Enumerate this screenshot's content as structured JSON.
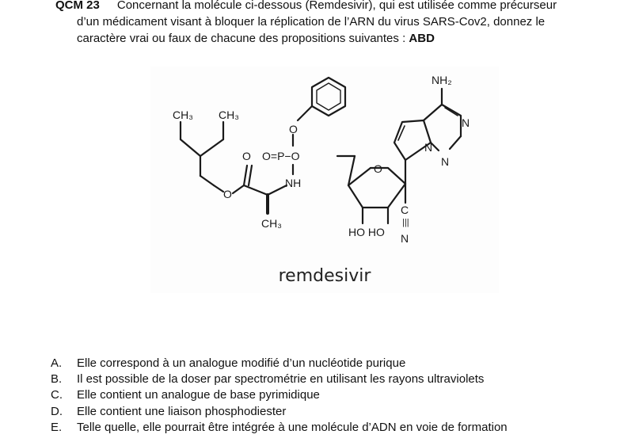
{
  "question": {
    "number": "QCM 23",
    "line1": "Concernant la molécule ci-dessous (Remdesivir), qui est utilisée comme précurseur",
    "line2": "d’un médicament visant à bloquer la réplication de l’ARN du virus SARS-Cov2, donnez le",
    "line3": "caractère vrai ou faux de chacune des propositions suivantes :",
    "answer": "ABD"
  },
  "figure": {
    "caption": "remdesivir",
    "labels": {
      "nh2": "NH₂",
      "ch3_a": "CH₃",
      "ch3_b": "CH₃",
      "ch3_c": "CH₃",
      "o_ph": "O",
      "p_group": "O=P−O",
      "o_carbonyl": "O",
      "nh": "NH",
      "o_ester": "O",
      "o_ring": "O",
      "n_top": "N",
      "n_mid": "N",
      "n_low": "N",
      "hoho": "HO HO",
      "c_nitrile": "C",
      "n_nitrile": "N",
      "triple": "|||"
    }
  },
  "options": [
    {
      "letter": "A.",
      "text": "Elle correspond à un analogue modifié d’un nucléotide purique"
    },
    {
      "letter": "B.",
      "text": "Il est possible de la doser par spectrométrie en utilisant les rayons ultraviolets"
    },
    {
      "letter": "C.",
      "text": "Elle contient un analogue de base pyrimidique"
    },
    {
      "letter": "D.",
      "text": "Elle contient une liaison phosphodiester"
    },
    {
      "letter": "E.",
      "text": "Telle quelle, elle pourrait être intégrée à une molécule d’ADN en voie de formation"
    }
  ]
}
